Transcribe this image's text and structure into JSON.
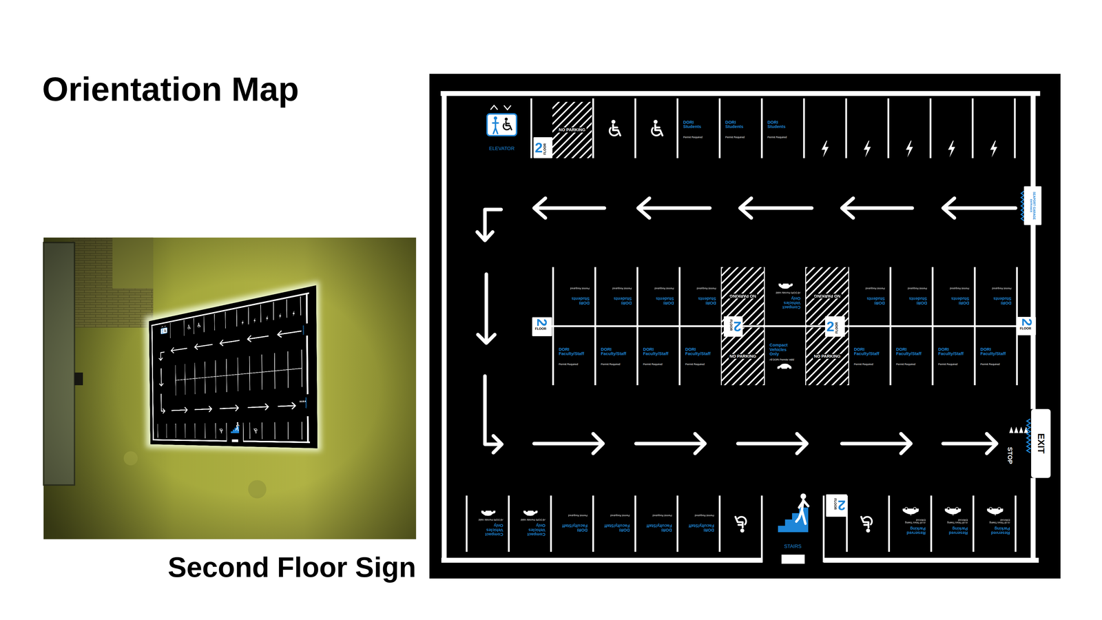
{
  "diagram": {
    "title": "Orientation Map",
    "caption": "Second Floor Sign",
    "nodes": [
      {
        "text": [
          "ELEVATOR"
        ]
      },
      {
        "text": [
          "2",
          "FLOOR"
        ]
      },
      {
        "text": [
          "NO PARKING"
        ]
      },
      {
        "text": [
          "SEAPORT GARAGE",
          "ENTRANCE"
        ]
      },
      {
        "text": [
          "2",
          "FLOOR"
        ]
      },
      {
        "text": [
          "NO PARKING"
        ]
      },
      {
        "text": [
          "2",
          "FLOOR"
        ]
      },
      {
        "text": [
          "NO PARKING"
        ]
      },
      {
        "text": [
          "2",
          "FLOOR"
        ]
      },
      {
        "text": [
          "2",
          "FLOOR"
        ]
      },
      {
        "text": [
          "NO PARKING"
        ]
      },
      {
        "text": [
          "NO PARKING"
        ]
      },
      {
        "text": [
          "EXIT"
        ]
      },
      {
        "text": [
          "STAIRS"
        ]
      },
      {
        "text": [
          "2",
          "FLOOR"
        ]
      }
    ],
    "labels": [
      "DORI Students",
      "Permit Required",
      "DORI Students",
      "Permit Required",
      "DORI Students",
      "Permit Required",
      "DORI Students",
      "Permit Required",
      "DORI Students",
      "Permit Required",
      "DORI Students",
      "Permit Required",
      "DORI Students",
      "Permit Required",
      "Compact Vehicles Only",
      "All DORI Permits Valid",
      "DORI Students",
      "Permit Required",
      "DORI Students",
      "Permit Required",
      "DORI Students",
      "Permit Required",
      "DORI Students",
      "Permit Required",
      "DORI Faculty/Staff",
      "Permit Required",
      "DORI Faculty/Staff",
      "Permit Required",
      "DORI Faculty/Staff",
      "Permit Required",
      "DORI Faculty/Staff",
      "Permit Required",
      "Compact Vehicles Only",
      "All DORI Permits Valid",
      "DORI Faculty/Staff",
      "Permit Required",
      "DORI Faculty/Staff",
      "Permit Required",
      "DORI Faculty/Staff",
      "Permit Required",
      "DORI Faculty/Staff",
      "Permit Required",
      "Compact Vehicles Only",
      "All DORI Permits Valid",
      "Compact Vehicles Only",
      "All DORI Permits Valid",
      "DORI Faculty/Staff",
      "Permit Required",
      "DORI Faculty/Staff",
      "Permit Required",
      "DORI Faculty/Staff",
      "Permit Required",
      "DORI Faculty/Staff",
      "Permit Required",
      "Reserved Parking",
      "At All Times Towing Enforced",
      "Reserved Parking",
      "At All Times Towing Enforced",
      "Reserved Parking",
      "At All Times Towing Enforced",
      "STOP"
    ]
  }
}
